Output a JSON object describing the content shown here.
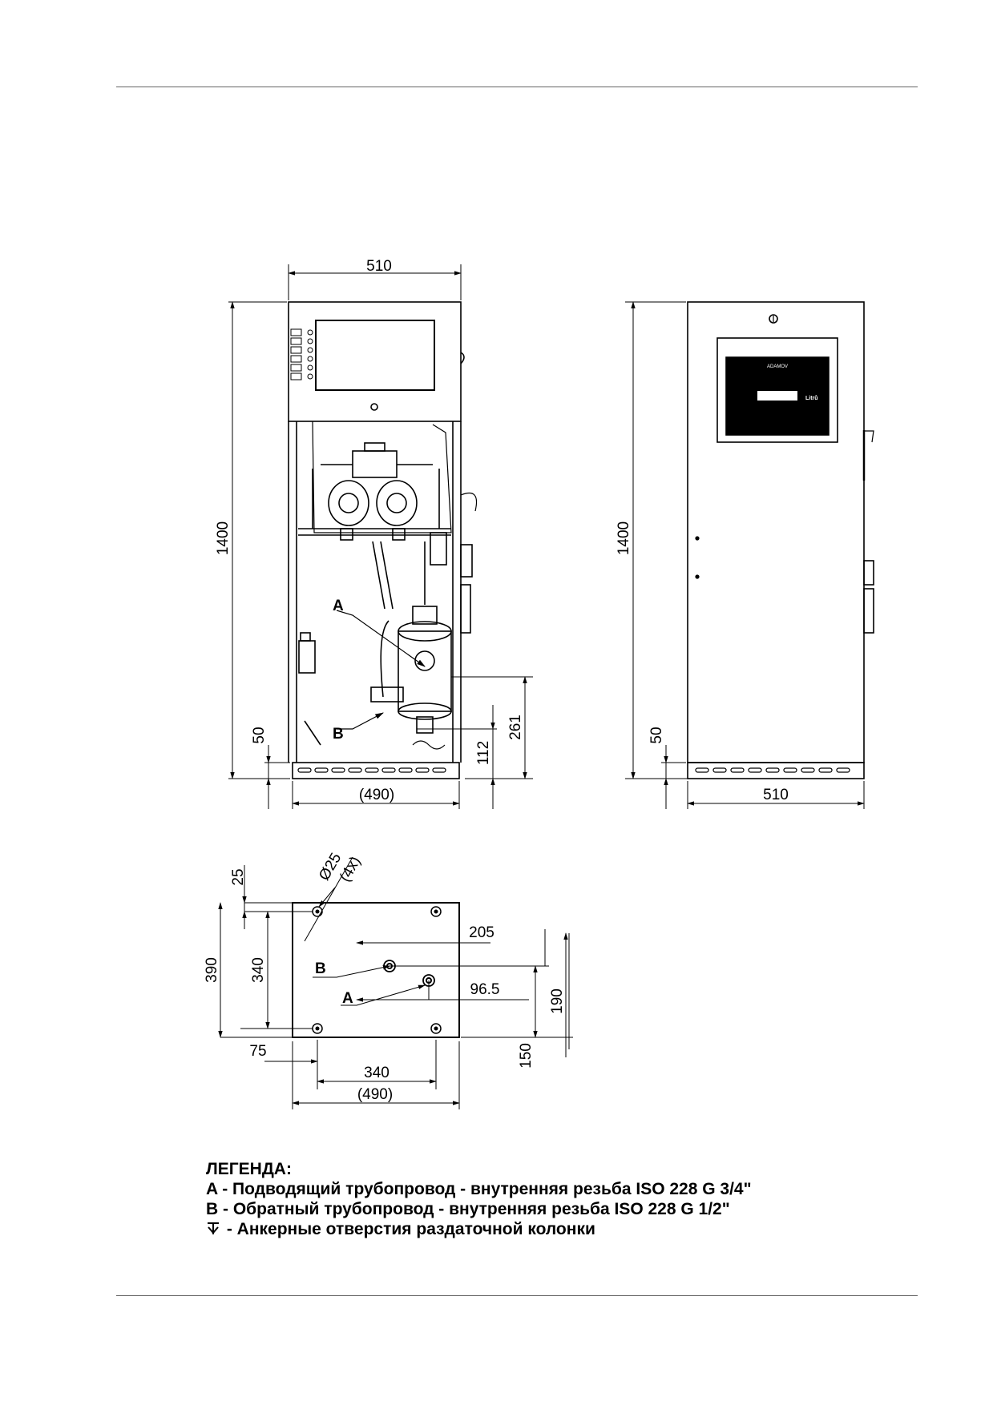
{
  "dimensions": {
    "front_width": "510",
    "front_height": "1400",
    "front_base_offset": "50",
    "front_base_width": "(490)",
    "pipe_a_height": "261",
    "pipe_b_height": "112",
    "side_height": "1400",
    "side_base_offset": "50",
    "side_width": "510",
    "plan_top_offset": "25",
    "plan_hole_dia": "Ø25",
    "plan_hole_count": "(4x)",
    "plan_depth": "390",
    "plan_hole_spacing_y": "340",
    "plan_b_offset": "205",
    "plan_a_offset": "96.5",
    "plan_b_y": "190",
    "plan_a_y": "150",
    "plan_hole_x": "75",
    "plan_hole_spacing_x": "340",
    "plan_width": "(490)"
  },
  "labels": {
    "a": "A",
    "b": "B"
  },
  "display": {
    "brand": "ADAMOV",
    "unit": "Litrů"
  },
  "legend": {
    "title": "ЛЕГЕНДА:",
    "a": "A - Подводящий трубопровод - внутренняя резьба ISO 228 G 3/4\"",
    "b": "B - Обратный трубопровод - внутренняя резьба ISO 228 G 1/2\"",
    "anchor": "- Анкерные отверстия раздаточной колонки"
  }
}
